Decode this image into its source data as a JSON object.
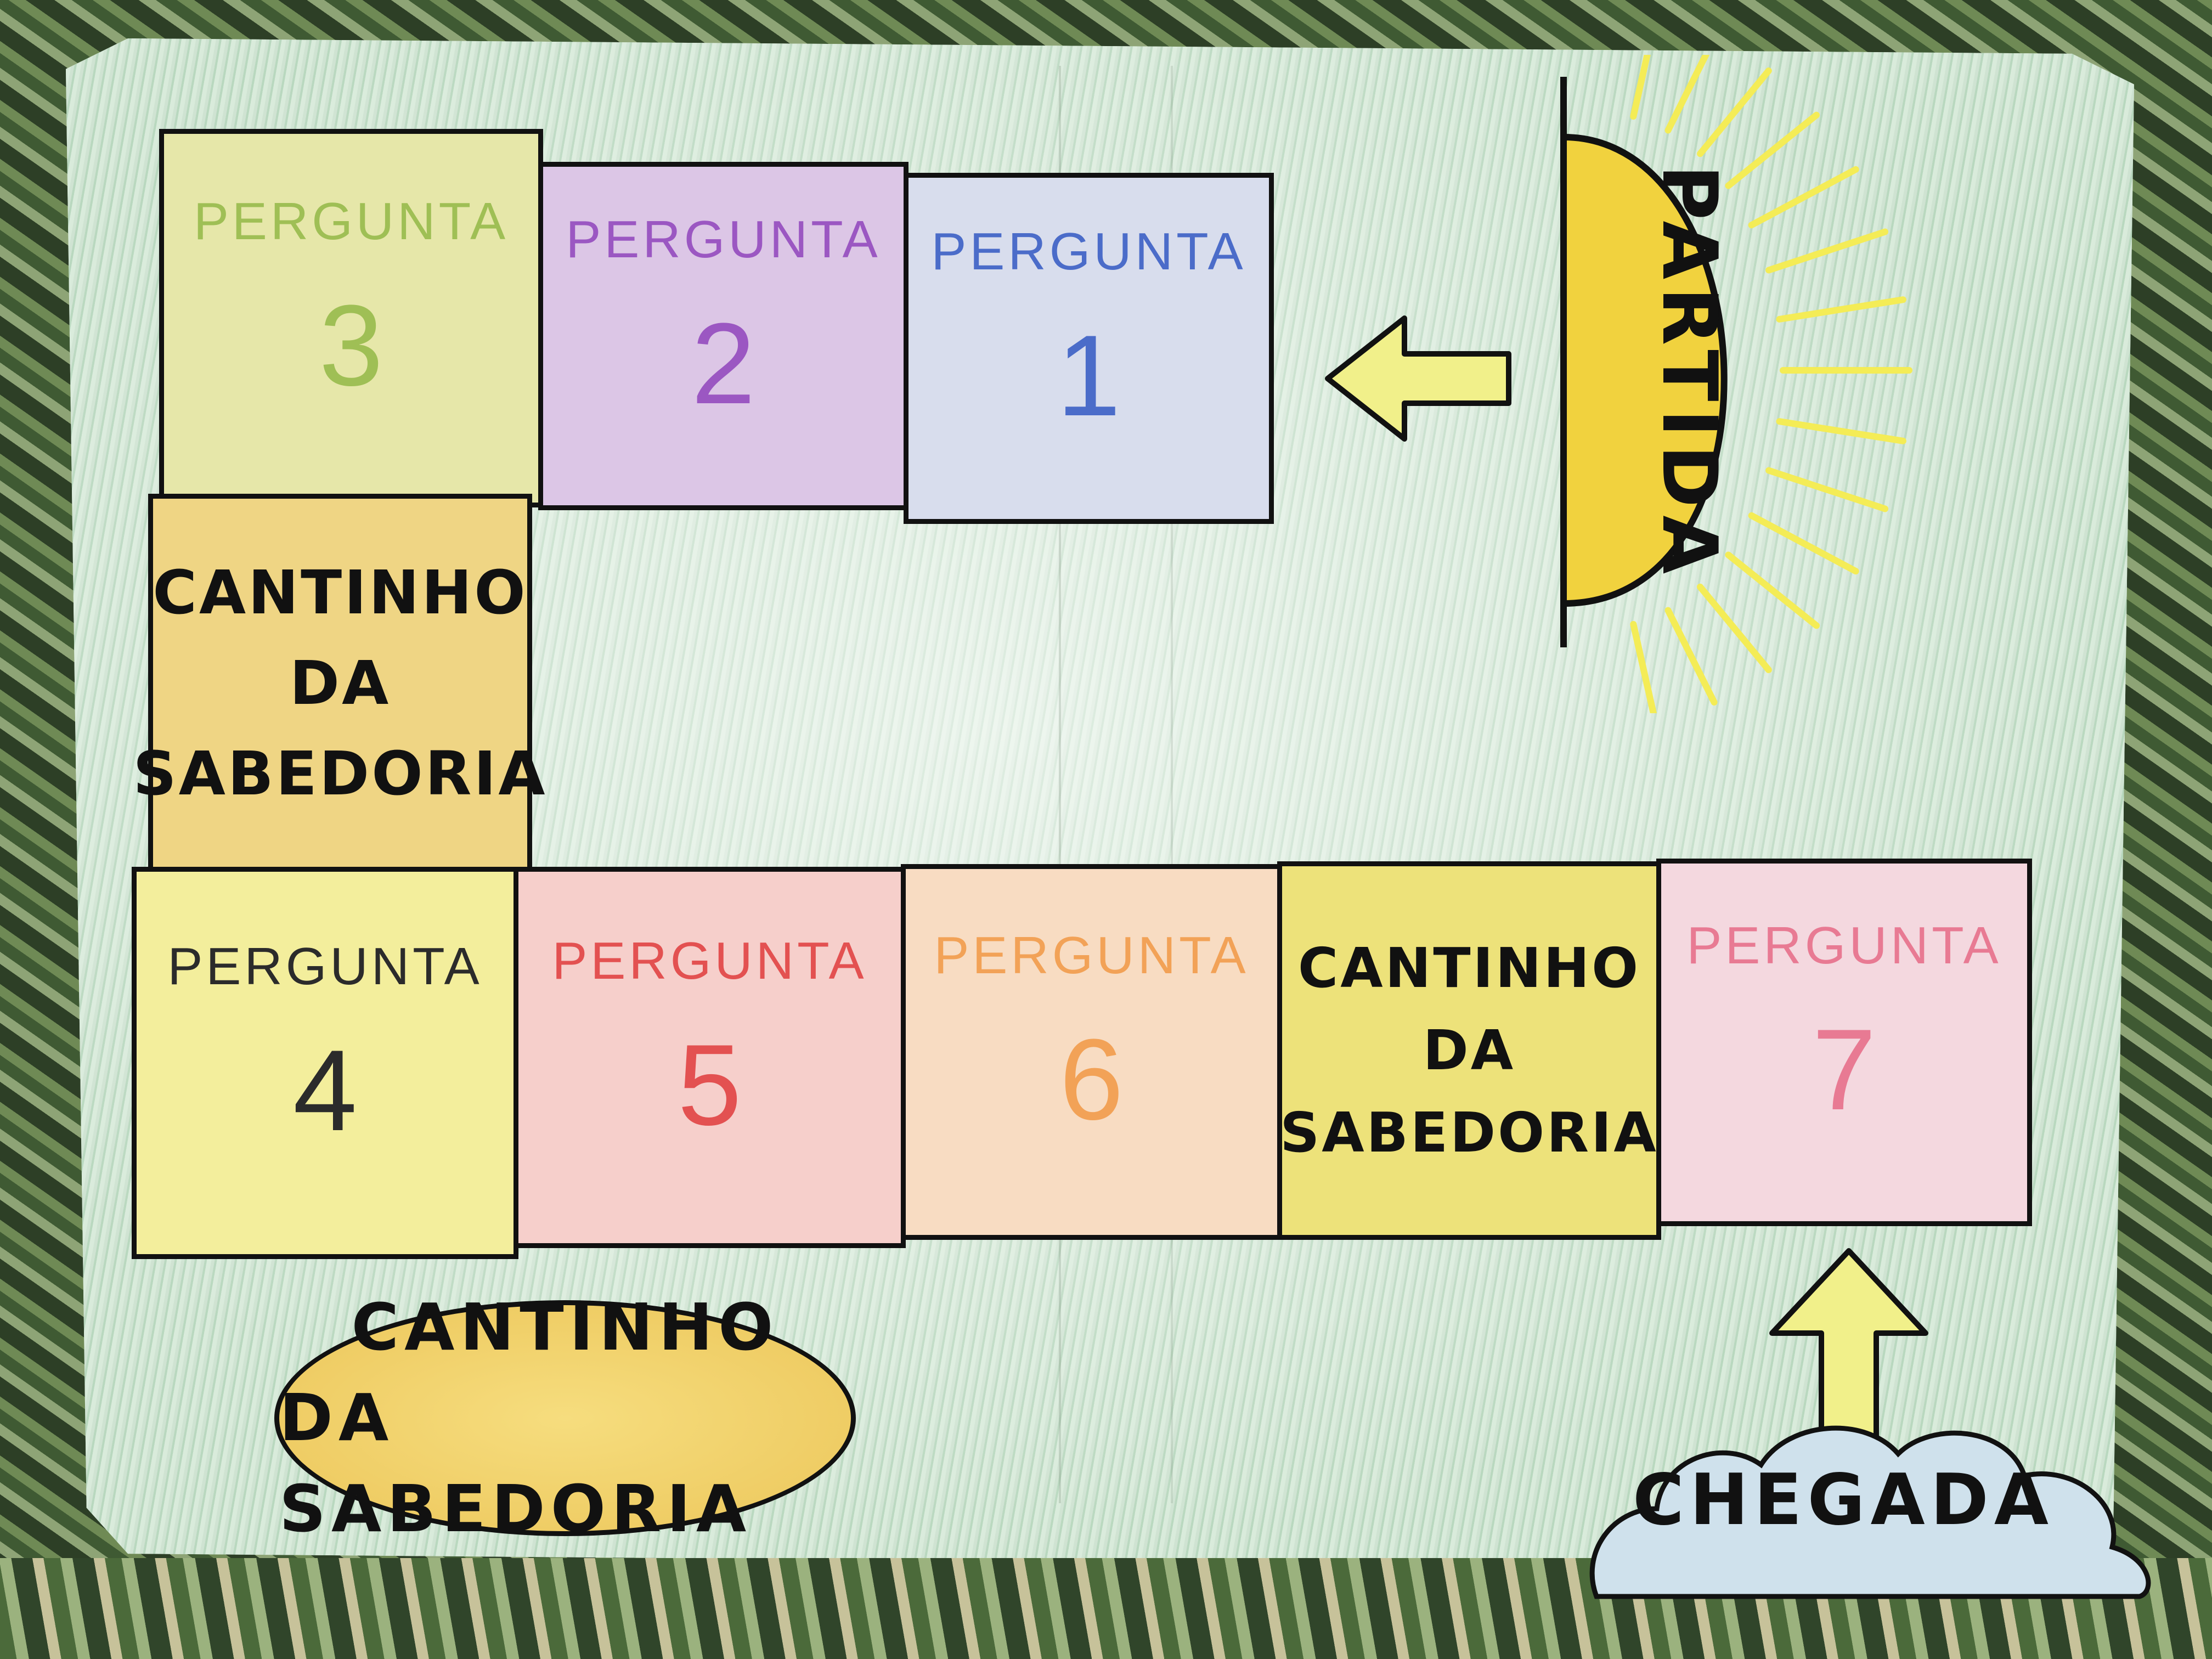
{
  "board": {
    "top_row": [
      {
        "label": "PERGUNTA",
        "number": "3",
        "fill": "#e6e7a9",
        "text_color": "#9fbf55"
      },
      {
        "label": "PERGUNTA",
        "number": "2",
        "fill": "#dcc6e6",
        "text_color": "#9b57c2"
      },
      {
        "label": "PERGUNTA",
        "number": "1",
        "fill": "#d8dded",
        "text_color": "#4b6cc9"
      }
    ],
    "left_square": {
      "line1": "CANTINHO",
      "line2": "DA",
      "line3": "SABEDORIA",
      "fill": "#efd584"
    },
    "bottom_row": [
      {
        "label": "PERGUNTA",
        "number": "4",
        "fill": "#f3ee9c",
        "text_color": "#2b2b2b"
      },
      {
        "label": "PERGUNTA",
        "number": "5",
        "fill": "#f6cfcb",
        "text_color": "#e35151"
      },
      {
        "label": "PERGUNTA",
        "number": "6",
        "fill": "#f8dcc2",
        "text_color": "#f2a257"
      }
    ],
    "bottom_wisdom": {
      "line1": "CANTINHO",
      "line2": "DA",
      "line3": "SABEDORIA",
      "fill": "#ede27a"
    },
    "last_square": {
      "label": "PERGUNTA",
      "number": "7",
      "fill": "#f4d8df",
      "text_color": "#e87a93"
    }
  },
  "start": {
    "label": "PARTIDA",
    "sun_color": "#f1d23e",
    "ray_color": "#f4ec56"
  },
  "legend": {
    "line1": "CANTINHO",
    "line2": "DA SABEDORIA"
  },
  "finish": {
    "label": "CHEGADA",
    "cloud_color": "#cfe1ec"
  },
  "arrow_color": "#f1f08a"
}
